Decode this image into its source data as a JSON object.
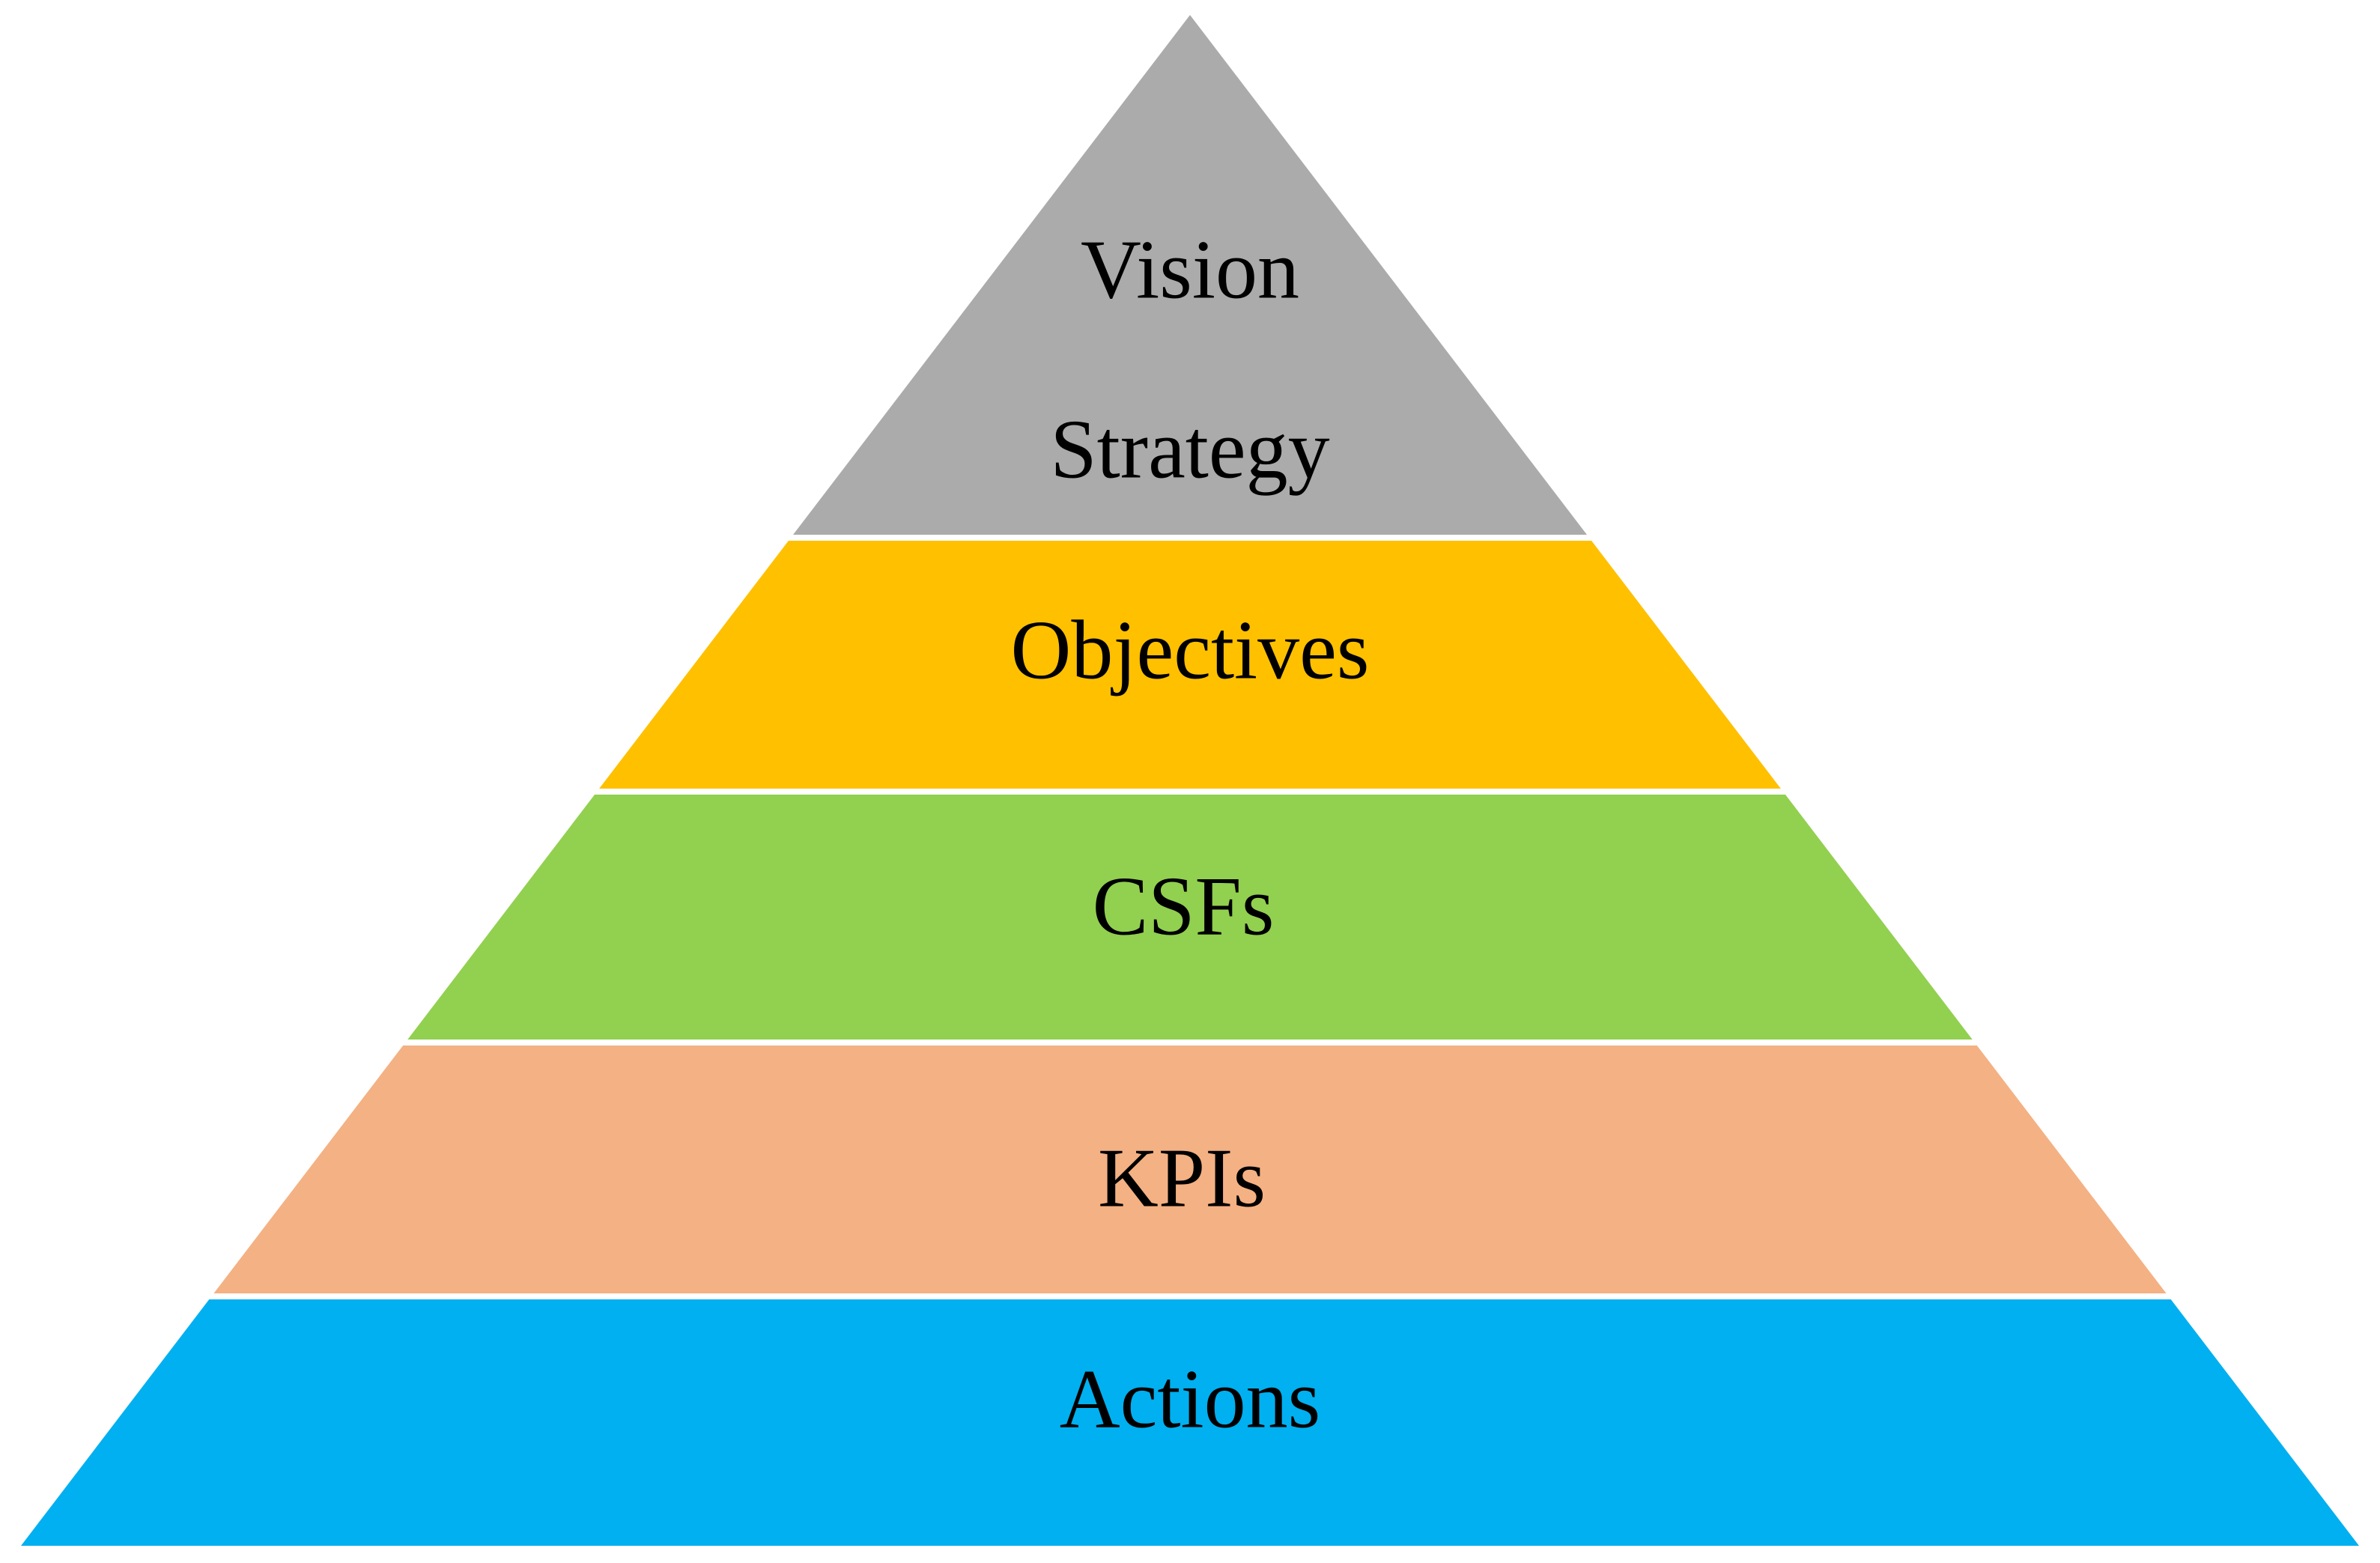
{
  "diagram": {
    "type": "pyramid",
    "tiers": [
      {
        "labels": [
          "Vision",
          "Strategy"
        ],
        "color": "#ababab"
      },
      {
        "labels": [
          "Objectives"
        ],
        "color": "#ffc000"
      },
      {
        "labels": [
          "CSFs"
        ],
        "color": "#92d050"
      },
      {
        "labels": [
          "KPIs"
        ],
        "color": "#f4b183"
      },
      {
        "labels": [
          "Actions"
        ],
        "color": "#00b0f0"
      }
    ]
  }
}
